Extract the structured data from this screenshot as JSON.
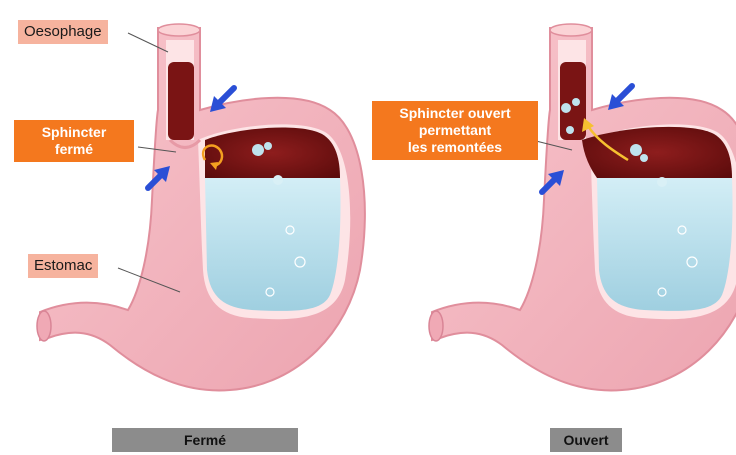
{
  "labels": {
    "oesophage": "Oesophage",
    "sphincter_ferme": [
      "Sphincter",
      "fermé"
    ],
    "estomac": "Estomac",
    "sphincter_ouvert": [
      "Sphincter ouvert",
      "permettant",
      "les remontées"
    ]
  },
  "captions": {
    "left": "Fermé",
    "right": "Ouvert"
  },
  "colors": {
    "stomach_wall": "#f4b6bf",
    "stomach_outline": "#e79aa6",
    "inner_wall": "#fbd3d6",
    "acid": "#bfe3ee",
    "food": "#7a1414",
    "arrow": "#2a4fd6",
    "label_pink": "#f6b39e",
    "label_orange": "#f4781e",
    "caption_bg": "#8c8c8c"
  },
  "icons": [
    "blue-arrow-icon",
    "reflux-arrow-icon",
    "bubble-icon"
  ]
}
